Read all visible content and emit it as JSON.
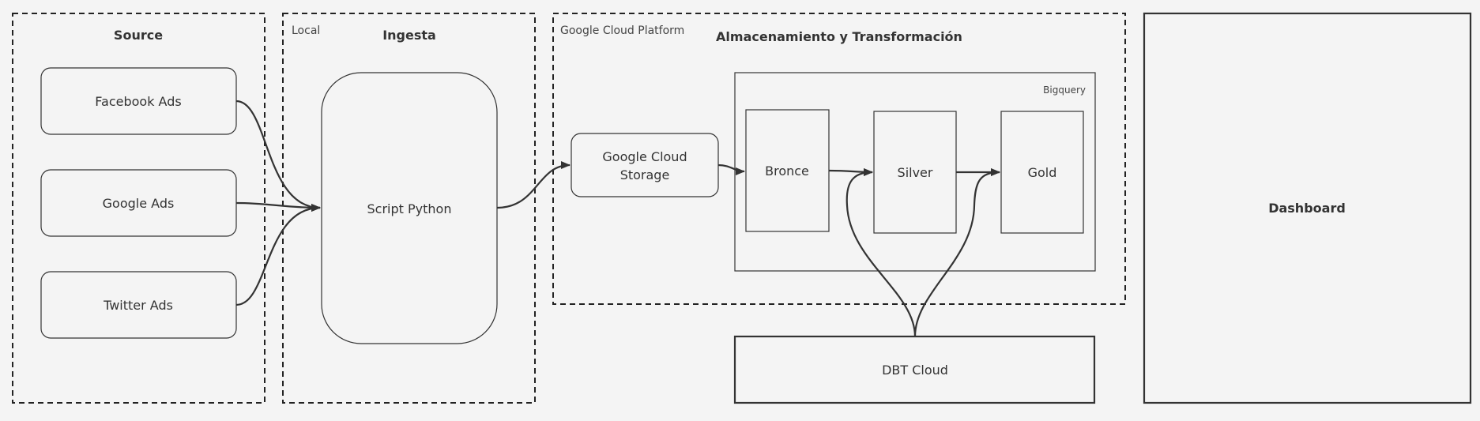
{
  "groups": {
    "source": {
      "title": "Source"
    },
    "ingesta": {
      "title": "Ingesta",
      "context": "Local"
    },
    "gcp": {
      "title": "Almacenamiento y Transformación",
      "context": "Google Cloud Platform"
    },
    "bigquery": {
      "context": "Bigquery"
    }
  },
  "nodes": {
    "facebook": "Facebook Ads",
    "google": "Google Ads",
    "twitter": "Twitter Ads",
    "script": "Script Python",
    "gcs_line1": "Google Cloud",
    "gcs_line2": "Storage",
    "bronce": "Bronce",
    "silver": "Silver",
    "gold": "Gold",
    "dbt": "DBT Cloud",
    "dashboard": "Dashboard"
  },
  "edges": [
    {
      "from": "Facebook Ads",
      "to": "Script Python"
    },
    {
      "from": "Google Ads",
      "to": "Script Python"
    },
    {
      "from": "Twitter Ads",
      "to": "Script Python"
    },
    {
      "from": "Script Python",
      "to": "Google Cloud Storage"
    },
    {
      "from": "Google Cloud Storage",
      "to": "Bronce"
    },
    {
      "from": "Bronce",
      "to": "Silver"
    },
    {
      "from": "Silver",
      "to": "Gold"
    },
    {
      "from": "DBT Cloud",
      "to": "Silver"
    },
    {
      "from": "DBT Cloud",
      "to": "Gold"
    }
  ]
}
